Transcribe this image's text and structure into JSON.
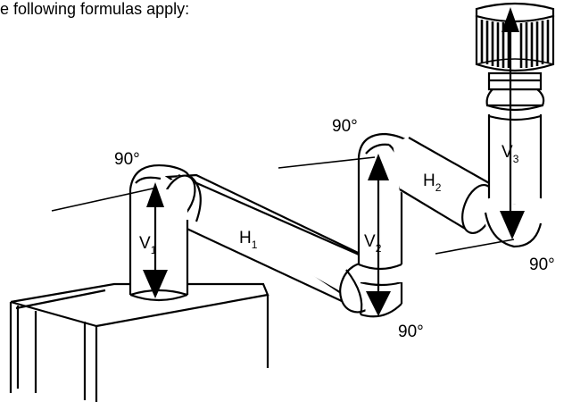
{
  "heading": "e following formulas apply:",
  "labels": {
    "angle_top_left": "90°",
    "angle_top_mid": "90°",
    "angle_bottom_mid": "90°",
    "angle_bottom_right": "90°",
    "v1": {
      "main": "V",
      "sub": "1"
    },
    "v2": {
      "main": "V",
      "sub": "2"
    },
    "v3": {
      "main": "V",
      "sub": "3"
    },
    "h1": {
      "main": "H",
      "sub": "1"
    },
    "h2": {
      "main": "H",
      "sub": "2"
    }
  }
}
